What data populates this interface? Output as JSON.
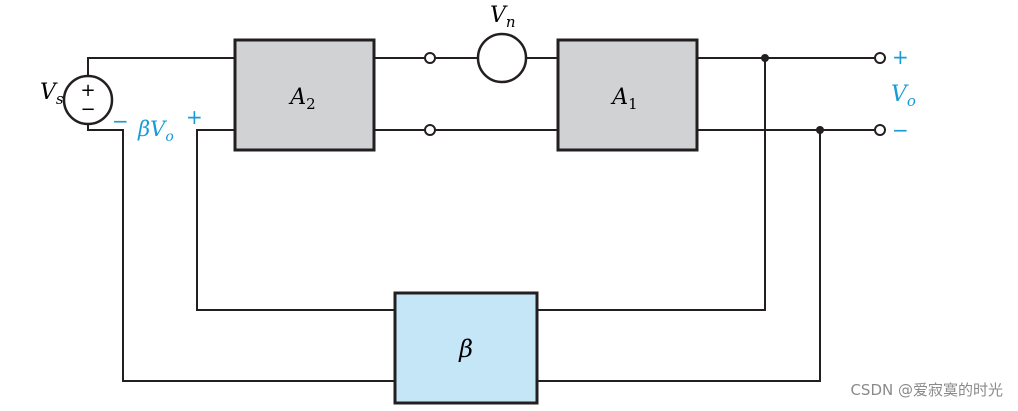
{
  "colors": {
    "line": "#231f20",
    "amp_fill": "#d1d2d4",
    "beta_fill": "#c5e6f7",
    "accent": "#1a9bd7",
    "watermark": "#8a8a8a"
  },
  "blocks": {
    "a2": {
      "symbol": "A",
      "subscript": "2"
    },
    "a1": {
      "symbol": "A",
      "subscript": "1"
    },
    "beta": {
      "symbol": "β"
    }
  },
  "sources": {
    "vs": {
      "symbol": "V",
      "subscript": "s",
      "top_sign": "+",
      "bottom_sign": "−"
    },
    "vn": {
      "symbol": "V",
      "subscript": "n"
    }
  },
  "feedback_label": {
    "symbol": "βV",
    "subscript": "o",
    "neg_sign": "−",
    "pos_sign": "+"
  },
  "output": {
    "symbol": "V",
    "subscript": "o",
    "pos_sign": "+",
    "neg_sign": "−"
  },
  "watermark": "CSDN @爱寂寞的时光"
}
